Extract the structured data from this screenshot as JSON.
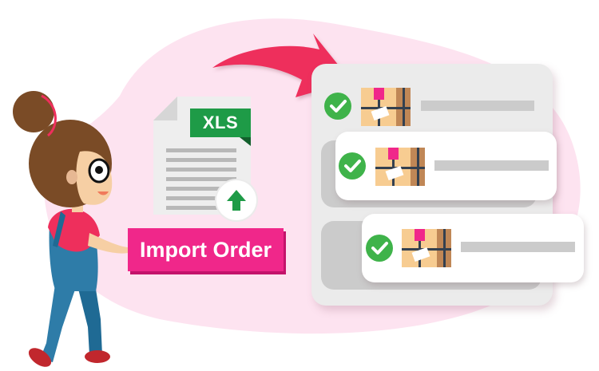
{
  "illustration": {
    "document": {
      "file_type_label": "XLS",
      "icon": "spreadsheet-file-icon",
      "badge_icon": "upload-arrow-icon",
      "tag_color": "#1e9b47",
      "arrow_color": "#1e9b47"
    },
    "import_button": {
      "label": "Import Order",
      "color": "#f0278a",
      "shadow_color": "#c3136b"
    },
    "flow_arrow": {
      "icon": "curved-arrow-icon",
      "color": "#ee2f5c"
    },
    "order_list": {
      "items": [
        {
          "status_icon": "check-circle-icon",
          "status": "imported",
          "package_icon": "package-box-icon"
        },
        {
          "status_icon": "check-circle-icon",
          "status": "imported",
          "package_icon": "package-box-icon"
        },
        {
          "status_icon": "check-circle-icon",
          "status": "imported",
          "package_icon": "package-box-icon"
        }
      ],
      "check_color": "#3fb34a",
      "panel_color": "#ebebeb",
      "placeholder_bar_color": "#cbcbcb"
    },
    "character": {
      "description": "girl with glasses and hair bun in overalls pressing the button",
      "shirt_color": "#ee2f5c",
      "overalls_color": "#2e7ca8",
      "hair_color": "#7a4b26"
    },
    "background_blob_color": "#fde3f0"
  }
}
